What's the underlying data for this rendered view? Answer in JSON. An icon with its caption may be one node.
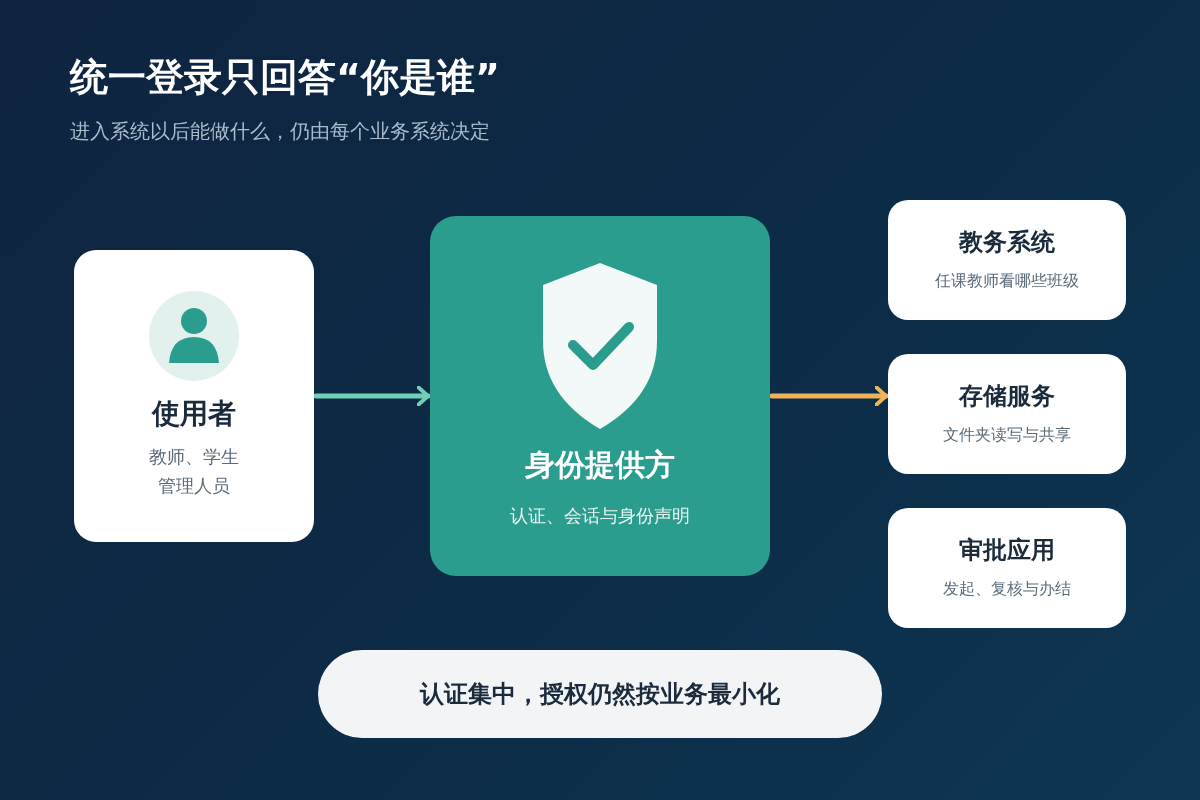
{
  "diagram": {
    "title": "统一登录只回答“你是谁”",
    "nodes": [
      {
        "text": [
          "使用者",
          "教师、学生",
          "管理人员"
        ]
      },
      {
        "text": [
          "身份提供方",
          "认证、会话与身份声明"
        ]
      },
      {
        "text": [
          "教务系统",
          "任课教师看哪些班级"
        ]
      },
      {
        "text": [
          "存储服务",
          "文件夹读写与共享"
        ]
      },
      {
        "text": [
          "审批应用",
          "发起、复核与办结"
        ]
      },
      {
        "text": [
          "认证集中，授权仍然按业务最小化"
        ]
      }
    ],
    "edges": [
      {
        "from": 0,
        "to": 1,
        "arrow": "to",
        "color": "#6fd0b8"
      },
      {
        "from": 1,
        "to": 3,
        "arrow": "to",
        "color": "#f0b35a"
      }
    ],
    "labels": [
      "进入系统以后能做什么，仍由每个业务系统决定"
    ]
  }
}
